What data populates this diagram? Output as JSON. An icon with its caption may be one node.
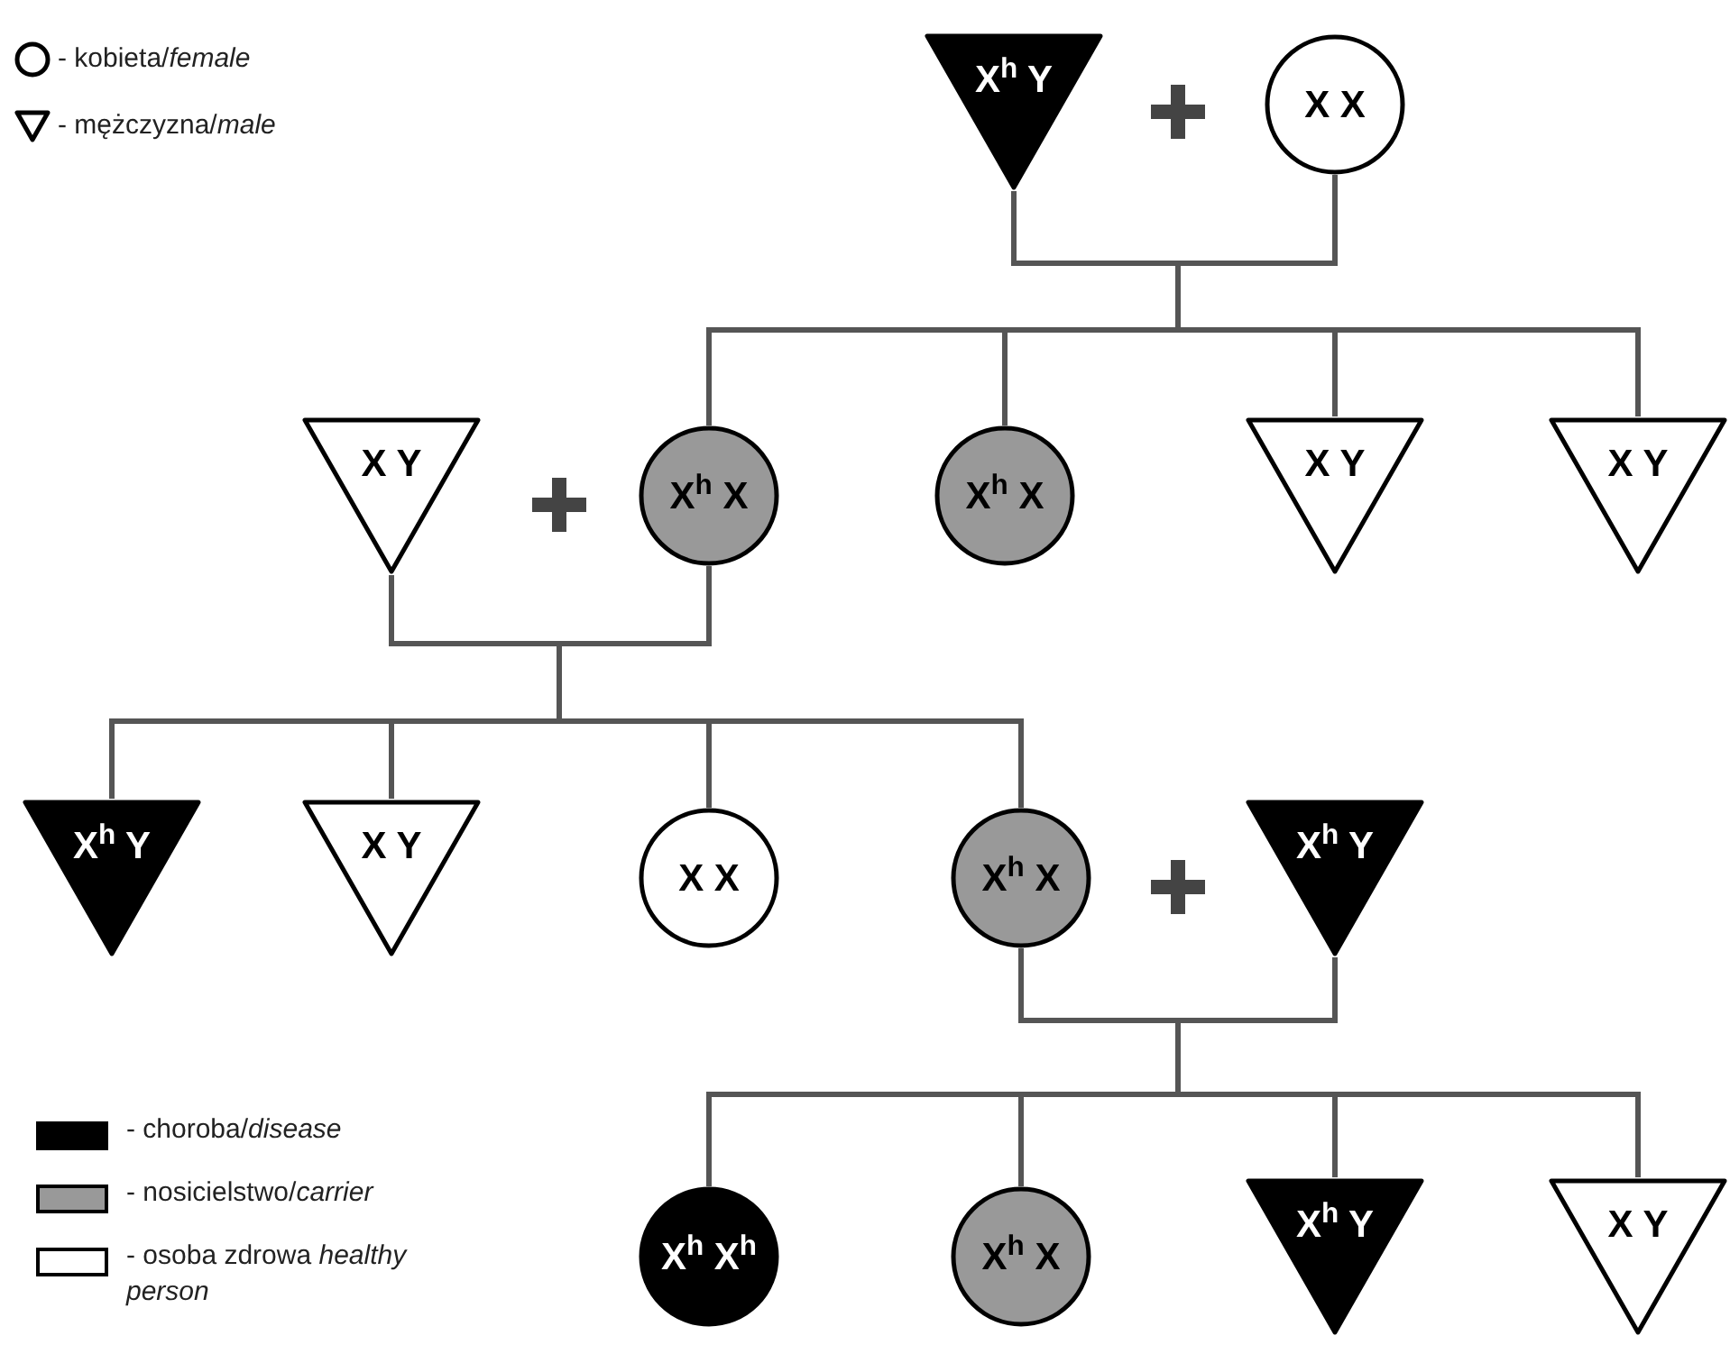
{
  "diagram": {
    "nodes": [
      {
        "text": [
          "X$^{h}$ Y"
        ]
      },
      {
        "text": [
          "X X"
        ]
      },
      {
        "text": [
          "X Y"
        ]
      },
      {
        "text": [
          "X$^{h}$ X"
        ]
      },
      {
        "text": [
          "X$^{h}$ X"
        ]
      },
      {
        "text": [
          "X Y"
        ]
      },
      {
        "text": [
          "X Y"
        ]
      },
      {
        "text": [
          "X$^{h}$ Y"
        ]
      },
      {
        "text": [
          "X Y"
        ]
      },
      {
        "text": [
          "X X"
        ]
      },
      {
        "text": [
          "X$^{h}$ X"
        ]
      },
      {
        "text": [
          "X$^{h}$ Y"
        ]
      },
      {
        "text": [
          "X$^{h}$ X$^{h}$"
        ]
      },
      {
        "text": [
          "X$^{h}$ X"
        ]
      },
      {
        "text": [
          "X$^{h}$ Y"
        ]
      },
      {
        "text": [
          "X Y"
        ]
      }
    ],
    "edges": [
      {
        "from": 0,
        "to": 3,
        "arrow": "none"
      },
      {
        "from": 0,
        "to": 4,
        "arrow": "none"
      },
      {
        "from": 0,
        "to": 5,
        "arrow": "none"
      },
      {
        "from": 0,
        "to": 6,
        "arrow": "none"
      },
      {
        "from": 1,
        "to": 3,
        "arrow": "none"
      },
      {
        "from": 1,
        "to": 4,
        "arrow": "none"
      },
      {
        "from": 1,
        "to": 5,
        "arrow": "none"
      },
      {
        "from": 1,
        "to": 6,
        "arrow": "none"
      },
      {
        "from": 2,
        "to": 7,
        "arrow": "none"
      },
      {
        "from": 2,
        "to": 8,
        "arrow": "none"
      },
      {
        "from": 2,
        "to": 9,
        "arrow": "none"
      },
      {
        "from": 2,
        "to": 10,
        "arrow": "none"
      },
      {
        "from": 3,
        "to": 7,
        "arrow": "none"
      },
      {
        "from": 3,
        "to": 8,
        "arrow": "none"
      },
      {
        "from": 3,
        "to": 9,
        "arrow": "none"
      },
      {
        "from": 3,
        "to": 10,
        "arrow": "none"
      },
      {
        "from": 10,
        "to": 12,
        "arrow": "none"
      },
      {
        "from": 10,
        "to": 13,
        "arrow": "none"
      },
      {
        "from": 10,
        "to": 14,
        "arrow": "none"
      },
      {
        "from": 10,
        "to": 15,
        "arrow": "none"
      },
      {
        "from": 11,
        "to": 12,
        "arrow": "none"
      },
      {
        "from": 11,
        "to": 13,
        "arrow": "none"
      },
      {
        "from": 11,
        "to": 14,
        "arrow": "none"
      },
      {
        "from": 11,
        "to": 15,
        "arrow": "none"
      }
    ],
    "legend": [
      {
        "text": "- kobieta/*female*"
      },
      {
        "text": "- mężczyzna/*male*"
      },
      {
        "text": "- choroba/*disease*",
        "color": "#000000"
      },
      {
        "text": "- nosicielstwo/*carrier*",
        "color": "#999999"
      },
      {
        "text": "- osoba zdrowa *healthy person*",
        "color": "#ffffff"
      }
    ]
  }
}
